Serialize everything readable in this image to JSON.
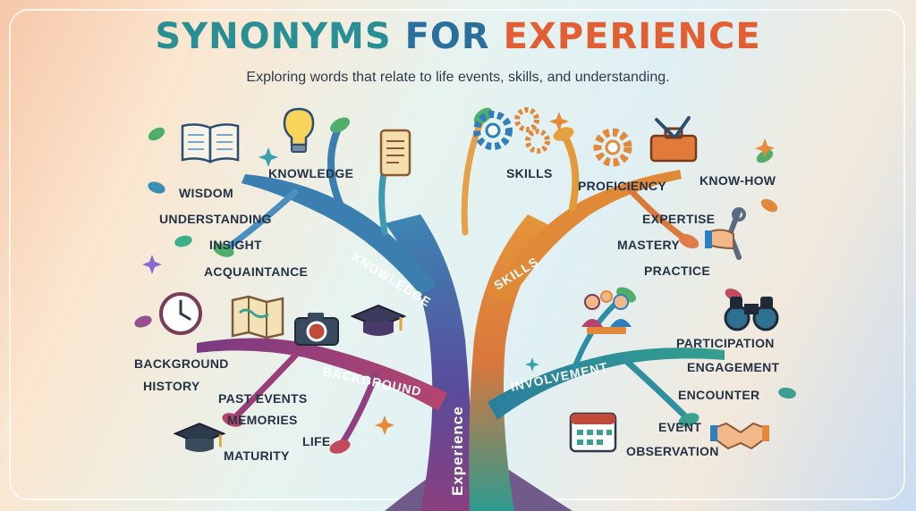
{
  "title": {
    "part1": "SYNONYMS",
    "part2": "FOR",
    "part3": "EXPERIENCE"
  },
  "subtitle": "Exploring words that relate to life events, skills, and understanding.",
  "trunk_label": "Experience",
  "branches": {
    "knowledge": "KNOWLEDGE",
    "skills": "SKILLS",
    "background": "BACKGROUND",
    "involvement": "INVOLVEMENT"
  },
  "words": {
    "knowledge": "KNOWLEDGE",
    "wisdom": "WISDOM",
    "understanding": "UNDERSTANDING",
    "insight": "INSIGHT",
    "acquaintance": "ACQUAINTANCE",
    "skills": "SKILLS",
    "proficiency": "PROFICIENCY",
    "know_how": "KNOW-HOW",
    "expertise": "EXPERTISE",
    "mastery": "MASTERY",
    "practice": "PRACTICE",
    "background": "BACKGROUND",
    "history": "HISTORY",
    "past_events": "PAST EVENTS",
    "memories": "MEMORIES",
    "life": "LIFE",
    "maturity": "MATURITY",
    "participation": "PARTICIPATION",
    "engagement": "ENGAGEMENT",
    "encounter": "ENCOUNTER",
    "event": "EVENT",
    "observation": "OBSERVATION"
  },
  "colors": {
    "teal": "#2a8f95",
    "blue": "#2b6f9c",
    "orange": "#e25f34",
    "purple": "#7b4a9a",
    "text": "#253246"
  }
}
